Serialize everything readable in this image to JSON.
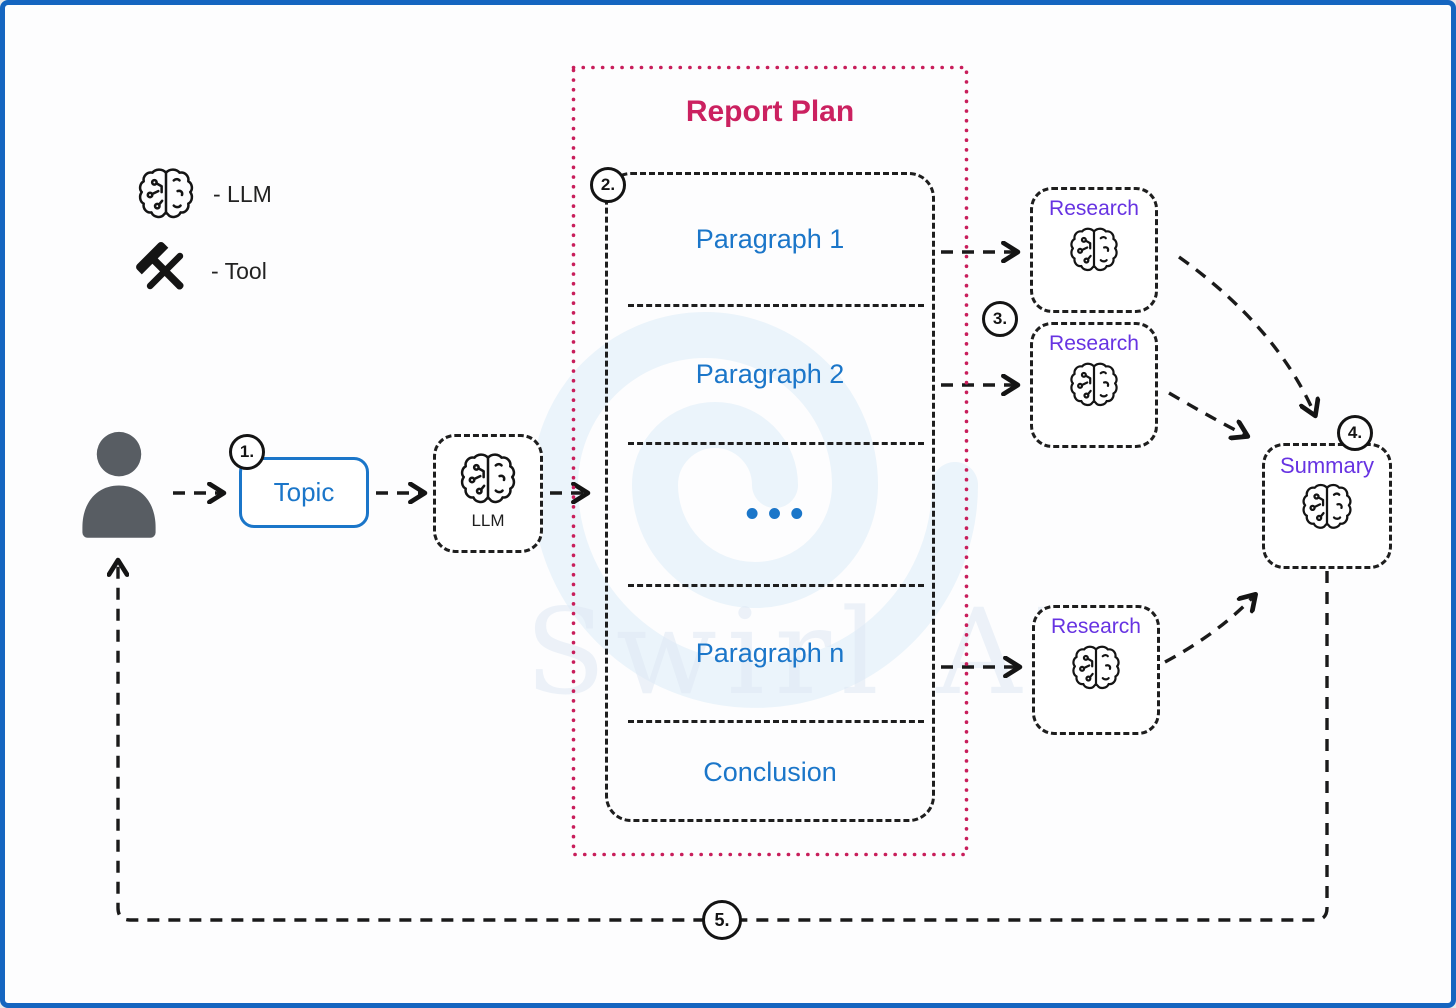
{
  "legend": {
    "llm_label": "- LLM",
    "tool_label": "- Tool",
    "icons": {
      "llm": "brain-icon",
      "tool": "hammer-wrench-icon"
    }
  },
  "steps": {
    "s1": "1.",
    "s2": "2.",
    "s3": "3.",
    "s4": "4.",
    "s5": "5."
  },
  "topic": {
    "label": "Topic"
  },
  "llm_node": {
    "label": "LLM",
    "icon": "brain-icon"
  },
  "report_plan": {
    "title": "Report Plan",
    "sections": [
      "Paragraph 1",
      "Paragraph 2",
      "•••",
      "Paragraph n",
      "Conclusion"
    ]
  },
  "research_nodes": [
    {
      "label": "Research",
      "icon": "brain-icon"
    },
    {
      "label": "Research",
      "icon": "brain-icon"
    },
    {
      "label": "Research",
      "icon": "brain-icon"
    }
  ],
  "summary_node": {
    "label": "Summary",
    "icon": "brain-icon"
  },
  "watermark": {
    "text": "Swirl AI"
  },
  "colors": {
    "frame_blue": "#1565c0",
    "node_blue": "#1b76c9",
    "plan_crimson": "#cb2160",
    "agent_purple": "#6733e2",
    "line_black": "#1e1e1e",
    "person_gray": "#585d63",
    "watermark_blue": "#d9ecf7"
  }
}
